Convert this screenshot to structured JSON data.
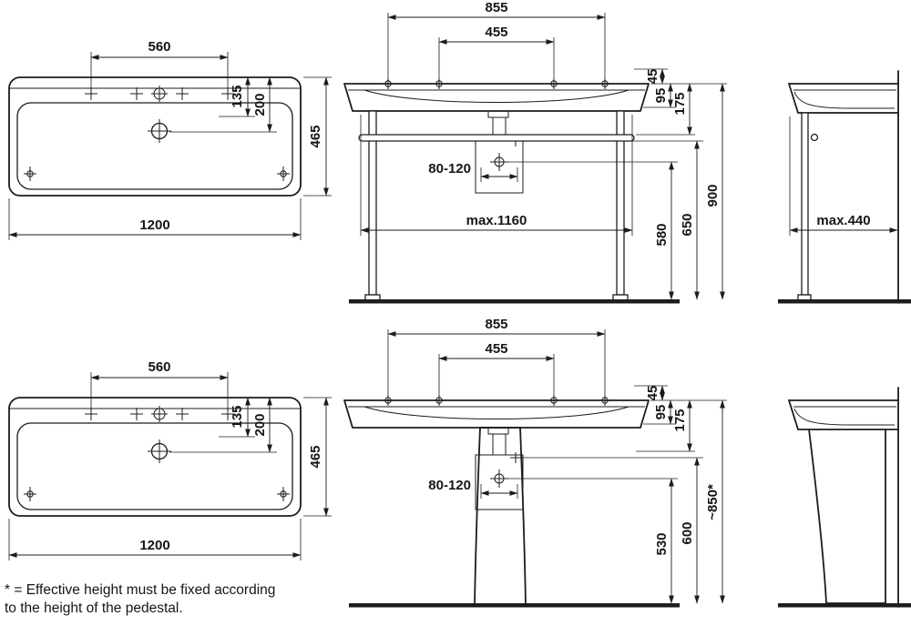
{
  "plan_view": {
    "tap_spacing": "560",
    "dim_135": "135",
    "dim_200": "200",
    "depth": "465",
    "width": "1200"
  },
  "front_view": {
    "outer_tap_spacing": "855",
    "inner_tap_spacing": "455",
    "dim_45": "45",
    "dim_95": "95",
    "dim_175": "175",
    "drain_offset_range": "80-120"
  },
  "frame_version": {
    "max_clear_width": "max.1160",
    "dim_580": "580",
    "dim_650": "650",
    "overall_height": "900",
    "max_depth": "max.440"
  },
  "pedestal_version": {
    "dim_530": "530",
    "dim_600": "600",
    "effective_height": "~850*"
  },
  "footnote": {
    "line1": "* = Effective height must be fixed according",
    "line2": "to the height of the pedestal."
  }
}
